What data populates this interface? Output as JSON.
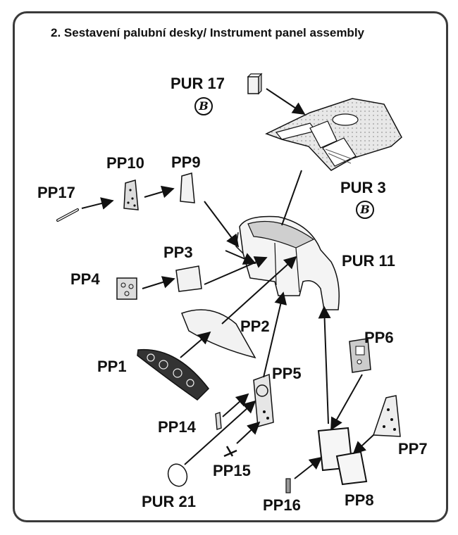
{
  "title": "2. Sestavení palubní desky/ Instrument panel assembly",
  "badge_glyph": "B",
  "parts": {
    "pur17": "PUR 17",
    "pur3": "PUR 3",
    "pur11": "PUR 11",
    "pur21": "PUR 21",
    "pp1": "PP1",
    "pp2": "PP2",
    "pp3": "PP3",
    "pp4": "PP4",
    "pp5": "PP5",
    "pp6": "PP6",
    "pp7": "PP7",
    "pp8": "PP8",
    "pp9": "PP9",
    "pp10": "PP10",
    "pp14": "PP14",
    "pp15": "PP15",
    "pp16": "PP16",
    "pp17": "PP17"
  },
  "colors": {
    "ink": "#111111",
    "frame": "#3a3a3a",
    "part_fill": "#f2f2f2",
    "resin_fill": "#dcdcdc"
  }
}
